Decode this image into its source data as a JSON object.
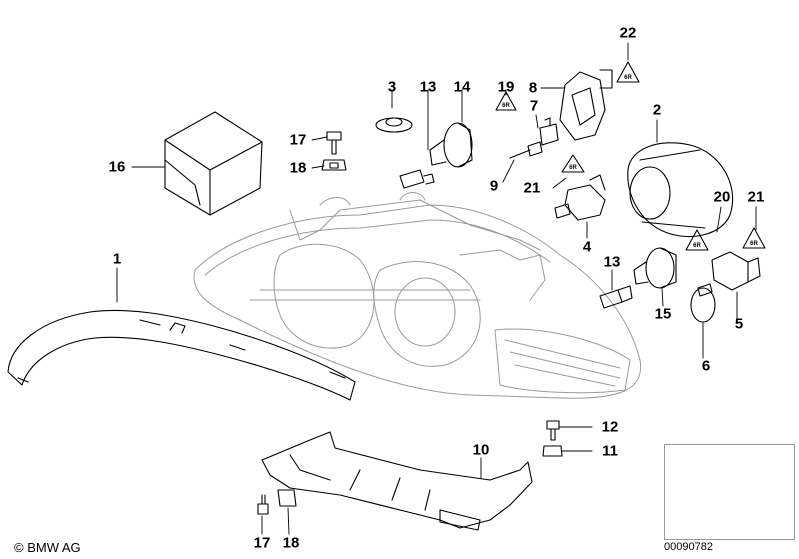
{
  "diagram": {
    "callouts": [
      {
        "id": "c22",
        "text": "22"
      },
      {
        "id": "c3",
        "text": "3"
      },
      {
        "id": "c13a",
        "text": "13"
      },
      {
        "id": "c14",
        "text": "14"
      },
      {
        "id": "c19",
        "text": "19"
      },
      {
        "id": "c8",
        "text": "8"
      },
      {
        "id": "c7",
        "text": "7"
      },
      {
        "id": "c2",
        "text": "2"
      },
      {
        "id": "c17a",
        "text": "17"
      },
      {
        "id": "c18a",
        "text": "18"
      },
      {
        "id": "c16",
        "text": "16"
      },
      {
        "id": "c9",
        "text": "9"
      },
      {
        "id": "c21a",
        "text": "21"
      },
      {
        "id": "c20",
        "text": "20"
      },
      {
        "id": "c21b",
        "text": "21"
      },
      {
        "id": "c4",
        "text": "4"
      },
      {
        "id": "c13b",
        "text": "13"
      },
      {
        "id": "c15",
        "text": "15"
      },
      {
        "id": "c5",
        "text": "5"
      },
      {
        "id": "c6",
        "text": "6"
      },
      {
        "id": "c1",
        "text": "1"
      },
      {
        "id": "c12",
        "text": "12"
      },
      {
        "id": "c11",
        "text": "11"
      },
      {
        "id": "c10",
        "text": "10"
      },
      {
        "id": "c17b",
        "text": "17"
      },
      {
        "id": "c18b",
        "text": "18"
      }
    ],
    "copyright": "© BMW AG",
    "document_number": "00090782"
  }
}
